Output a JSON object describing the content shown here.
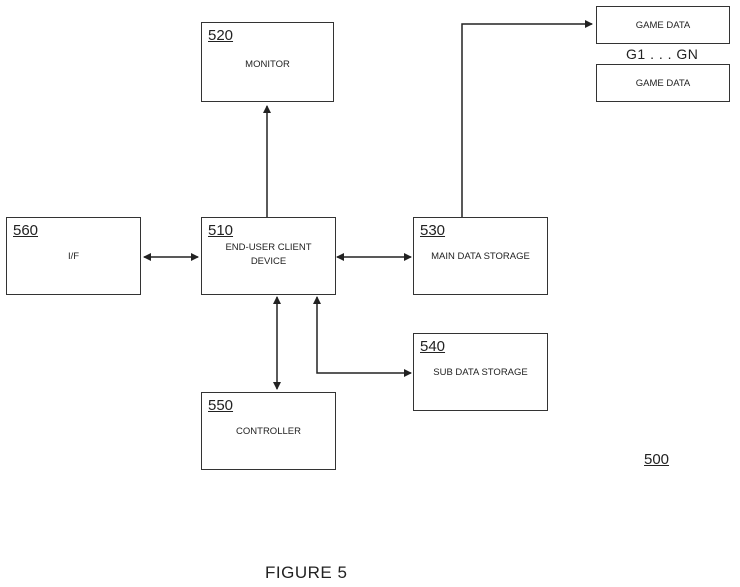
{
  "diagram": {
    "blocks": {
      "monitor": {
        "number": "520",
        "label": "MONITOR"
      },
      "client": {
        "number": "510",
        "label_line1": "END-USER CLIENT",
        "label_line2": "DEVICE"
      },
      "iface": {
        "number": "560",
        "label": "I/F"
      },
      "main_storage": {
        "number": "530",
        "label": "MAIN DATA STORAGE"
      },
      "sub_storage": {
        "number": "540",
        "label": "SUB DATA STORAGE"
      },
      "controller": {
        "number": "550",
        "label": "CONTROLLER"
      },
      "game_data_1": {
        "label": "GAME DATA"
      },
      "game_data_2": {
        "label": "GAME DATA"
      }
    },
    "game_range": "G1 . . . GN",
    "system_ref": "500",
    "figure_caption": "FIGURE 5"
  }
}
